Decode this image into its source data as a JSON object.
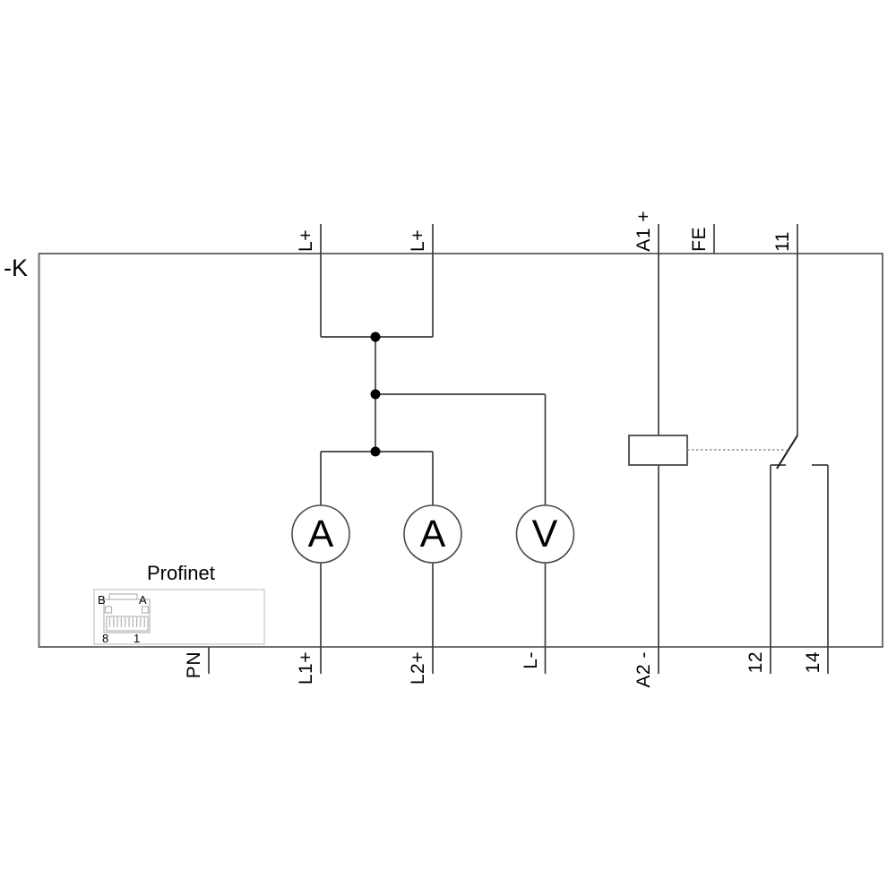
{
  "diagram": {
    "device_tag": "-K",
    "profinet": {
      "label": "Profinet",
      "port": {
        "top_left": "B",
        "top_right": "A",
        "bottom_left": "8",
        "bottom_right": "1"
      }
    },
    "meters": [
      {
        "id": "ammeter-1",
        "symbol": "A"
      },
      {
        "id": "ammeter-2",
        "symbol": "A"
      },
      {
        "id": "voltmeter",
        "symbol": "V"
      }
    ],
    "terminals_top": [
      {
        "label": "L+"
      },
      {
        "label": "L+"
      },
      {
        "label": "A1 +"
      },
      {
        "label": "FE"
      },
      {
        "label": "11"
      }
    ],
    "terminals_bottom": [
      {
        "label": "PN"
      },
      {
        "label": "L1+"
      },
      {
        "label": "L2+"
      },
      {
        "label": "L-"
      },
      {
        "label": "A2 -"
      },
      {
        "label": "12"
      },
      {
        "label": "14"
      }
    ],
    "colors": {
      "wire": "#3f3f3f",
      "outline": "#6e6e6e",
      "icon_gray": "#b4b4b4",
      "dashed_link": "#8a8a8a",
      "junction": "#000000"
    }
  }
}
